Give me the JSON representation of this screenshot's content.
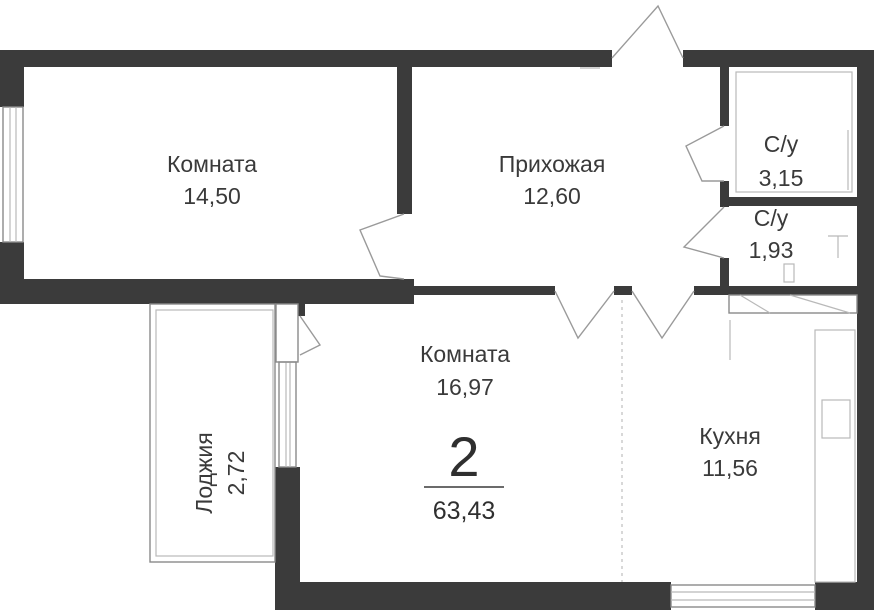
{
  "rooms": {
    "room1": {
      "name": "Комната",
      "area": "14,50"
    },
    "hall": {
      "name": "Прихожая",
      "area": "12,60"
    },
    "bath1": {
      "name": "С/у",
      "area": "3,15"
    },
    "bath2": {
      "name": "С/у",
      "area": "1,93"
    },
    "room2": {
      "name": "Комната",
      "area": "16,97"
    },
    "kitchen": {
      "name": "Кухня",
      "area": "11,56"
    },
    "loggia": {
      "name": "Лоджия",
      "area": "2,72"
    }
  },
  "summary": {
    "rooms_count": "2",
    "total_area": "63,43"
  },
  "colors": {
    "wall": "#3b3b3b",
    "text": "#3a3a3a"
  }
}
